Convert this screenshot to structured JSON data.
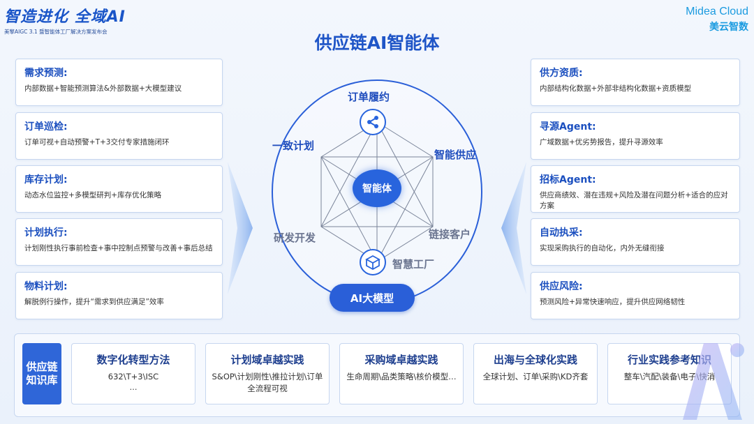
{
  "brand": {
    "title": "智造进化 全域AI",
    "subtitle": "美擎AIGC 3.1 暨智能体工厂解决方案发布会",
    "logo": "Midea Cloud",
    "logo_cn": "美云智数"
  },
  "main_title": "供应链AI智能体",
  "left_cards": [
    {
      "title": "需求预测:",
      "desc": "内部数据+智能预测算法&外部数据+大模型建议"
    },
    {
      "title": "订单巡检:",
      "desc": "订单可视+自动预警+T+3交付专家措施闭环"
    },
    {
      "title": "库存计划:",
      "desc": "动态水位监控+多模型研判+库存优化策略"
    },
    {
      "title": "计划执行:",
      "desc": "计划刚性执行事前检查+事中控制点预警与改善+事后总结"
    },
    {
      "title": "物料计划:",
      "desc": "解脱例行操作，提升“需求到供应满足”效率"
    }
  ],
  "right_cards": [
    {
      "title": "供方资质:",
      "desc": "内部结构化数据+外部非结构化数据+资质模型"
    },
    {
      "title": "寻源Agent:",
      "desc": "广域数据+优劣势报告，提升寻源效率"
    },
    {
      "title": "招标Agent:",
      "desc": "供应商绩效、潜在违规+风险及潜在问题分析+适合的应对方案"
    },
    {
      "title": "自动执采:",
      "desc": "实现采购执行的自动化，内外无缝衔接"
    },
    {
      "title": "供应风险:",
      "desc": "预测风险+异常快速响应，提升供应网络韧性"
    }
  ],
  "diagram": {
    "nodes": {
      "order": "订单履约",
      "plan": "一致计划",
      "supply": "智能供应",
      "rd": "研发开发",
      "customer": "链接客户",
      "factory": "智慧工厂"
    },
    "center": "智能体",
    "base": "AI大模型",
    "icons": {
      "order": "share-nodes-icon",
      "factory": "cube-icon"
    }
  },
  "knowledge": {
    "label": "供应链知识库",
    "cards": [
      {
        "title": "数字化转型方法",
        "desc": "632\\T+3\\ISC",
        "more": "…"
      },
      {
        "title": "计划域卓越实践",
        "desc": "S&OP\\计划刚性\\推拉计划\\订单全流程可视",
        "more": ""
      },
      {
        "title": "采购域卓越实践",
        "desc": "生命周期\\品类策略\\核价模型…",
        "more": ""
      },
      {
        "title": "出海与全球化实践",
        "desc": "全球计划、订单\\采购\\KD齐套",
        "more": ""
      },
      {
        "title": "行业实践参考知识",
        "desc": "整车\\汽配\\装备\\电子\\快消",
        "more": ""
      }
    ]
  },
  "colors": {
    "accent": "#1f55c7",
    "card_border": "#c6d6ef",
    "button": "#2a5fd8"
  }
}
